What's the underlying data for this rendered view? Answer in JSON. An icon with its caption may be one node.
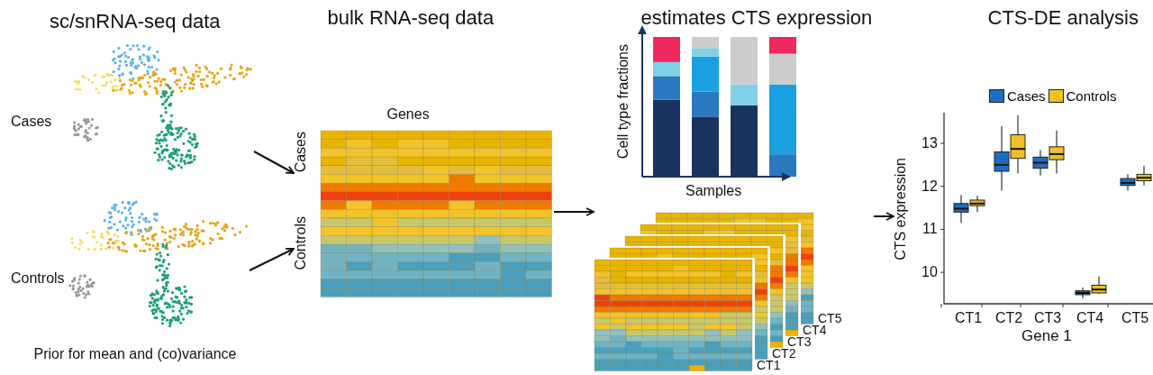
{
  "diagram": {
    "nodes": [
      {
        "text": [
          "sc/snRNA-seq data",
          "Prior for mean and (co)variance"
        ]
      },
      {
        "text": [
          "Cases"
        ],
        "in": 0
      },
      {
        "text": [
          "Controls"
        ],
        "in": 0
      },
      {
        "text": [
          "bulk RNA-seq data"
        ]
      },
      {
        "text": [
          "estimates CTS expression"
        ]
      },
      {
        "text": [
          "CTS-DE analysis"
        ],
        "beside": [
          "13",
          "12",
          "11",
          "10",
          "CTS expression",
          "CT1",
          "CT2",
          "CT3",
          "CT4",
          "CT5",
          "Gene 1"
        ]
      }
    ],
    "edges": [
      {
        "from": 1,
        "to": 3,
        "arrow": "to"
      },
      {
        "from": 2,
        "to": 3,
        "arrow": "to"
      },
      {
        "from": 3,
        "to": 4,
        "arrow": "to"
      },
      {
        "from": 4,
        "to": 5,
        "arrow": "to"
      }
    ],
    "labels": [
      "Genes",
      "Cases",
      "Controls",
      "Cell type fractions",
      "Samples",
      "CT5",
      "CT4",
      "CT3",
      "CT2",
      "CT1"
    ],
    "legend": [
      {
        "text": "Cases",
        "color": "#1a6fc0"
      },
      {
        "text": "Controls",
        "color": "#f0c020"
      }
    ]
  }
}
